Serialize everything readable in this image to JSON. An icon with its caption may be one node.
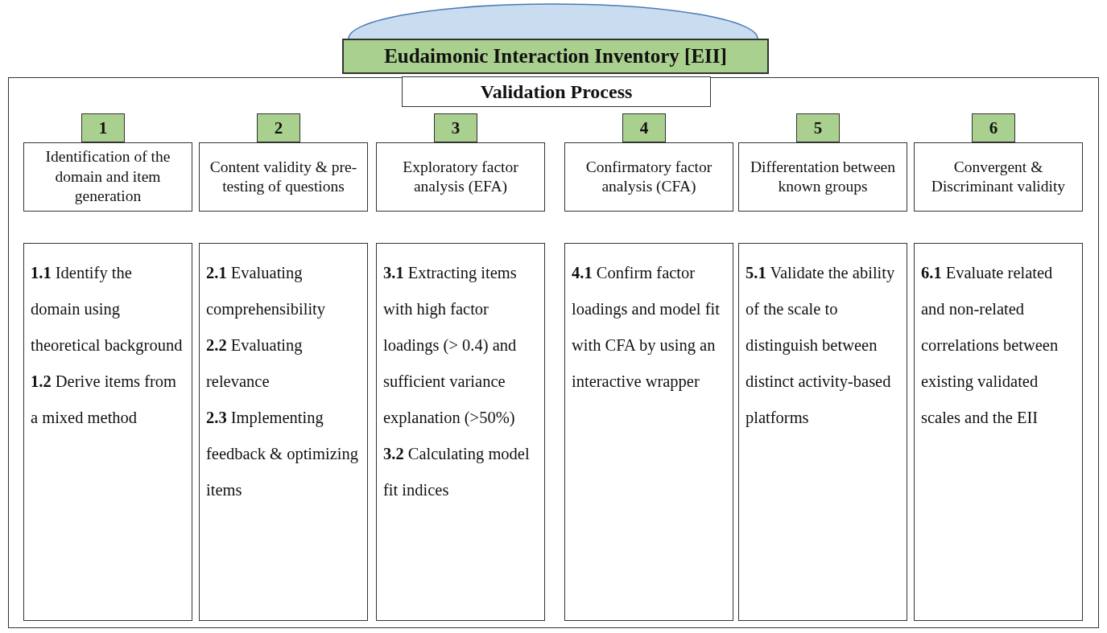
{
  "diagram": {
    "nodes": [
      {
        "text": [],
        "shape": "ellipse"
      },
      {
        "text": [
          "Eudaimonic Interaction Inventory [EII]"
        ]
      },
      {
        "text": [
          "Validation Process"
        ]
      },
      {
        "text": [
          "1"
        ],
        "in": 2
      },
      {
        "text": [
          "Identification of the domain and item generation"
        ],
        "in": 2
      },
      {
        "text": [
          "**1.1** Identify the domain using theoretical background",
          "**1.2** Derive items from a mixed method"
        ],
        "in": 2
      },
      {
        "text": [
          "2"
        ],
        "in": 2
      },
      {
        "text": [
          "Content validity & pre-testing of questions"
        ],
        "in": 2
      },
      {
        "text": [
          "**2.1** Evaluating comprehensibility",
          "**2.2** Evaluating relevance",
          "**2.3** Implementing feedback & optimizing items"
        ],
        "in": 2
      },
      {
        "text": [
          "3"
        ],
        "in": 2
      },
      {
        "text": [
          "Exploratory factor analysis (EFA)"
        ],
        "in": 2
      },
      {
        "text": [
          "**3.1** Extracting items with high factor loadings (> 0.4) and sufficient variance explanation (>50%)",
          "**3.2** Calculating model fit indices"
        ],
        "in": 2
      },
      {
        "text": [
          "4"
        ],
        "in": 2
      },
      {
        "text": [
          "Confirmatory factor analysis (CFA)"
        ],
        "in": 2
      },
      {
        "text": [
          "**4.1** Confirm factor loadings and model fit with CFA by using an interactive wrapper"
        ],
        "in": 2
      },
      {
        "text": [
          "5"
        ],
        "in": 2
      },
      {
        "text": [
          "Differentation between known groups"
        ],
        "in": 2
      },
      {
        "text": [
          "**5.1** Validate the ability of the scale to distinguish between distinct activity-based platforms"
        ],
        "in": 2
      },
      {
        "text": [
          "6"
        ],
        "in": 2
      },
      {
        "text": [
          "Convergent & Discriminant validity"
        ],
        "in": 2
      },
      {
        "text": [
          "**6.1** Evaluate related and non-related correlations between existing validated scales and the EII"
        ],
        "in": 2
      }
    ],
    "edges": []
  }
}
